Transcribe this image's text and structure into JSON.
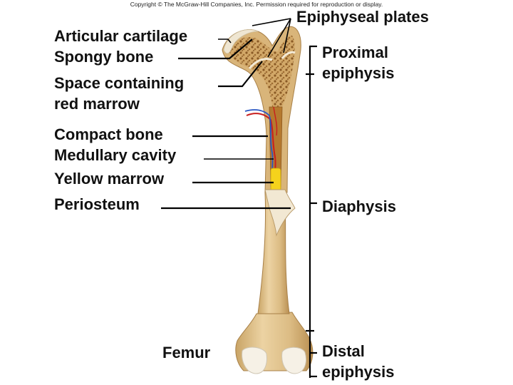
{
  "copyright": "Copyright © The McGraw-Hill Companies, Inc. Permission required for reproduction or display.",
  "colors": {
    "bone": "#dfc18c",
    "bone_shadow": "#c9a466",
    "spongy": "#c99a55",
    "cartilage": "#f6f1e6",
    "yellow_marrow": "#f5d21c",
    "artery": "#c81e1e",
    "vein": "#2a57c4"
  },
  "labels_left": {
    "articular_cartilage": "Articular cartilage",
    "spongy_bone": "Spongy bone",
    "red_marrow_line1": "Space containing",
    "red_marrow_line2": "red marrow",
    "compact_bone": "Compact bone",
    "medullary_cavity": "Medullary cavity",
    "yellow_marrow": "Yellow marrow",
    "periosteum": "Periosteum",
    "femur": "Femur"
  },
  "labels_right": {
    "epiphyseal_plates": "Epiphyseal plates",
    "proximal_line1": "Proximal",
    "proximal_line2": "epiphysis",
    "diaphysis": "Diaphysis",
    "distal_line1": "Distal",
    "distal_line2": "epiphysis"
  }
}
